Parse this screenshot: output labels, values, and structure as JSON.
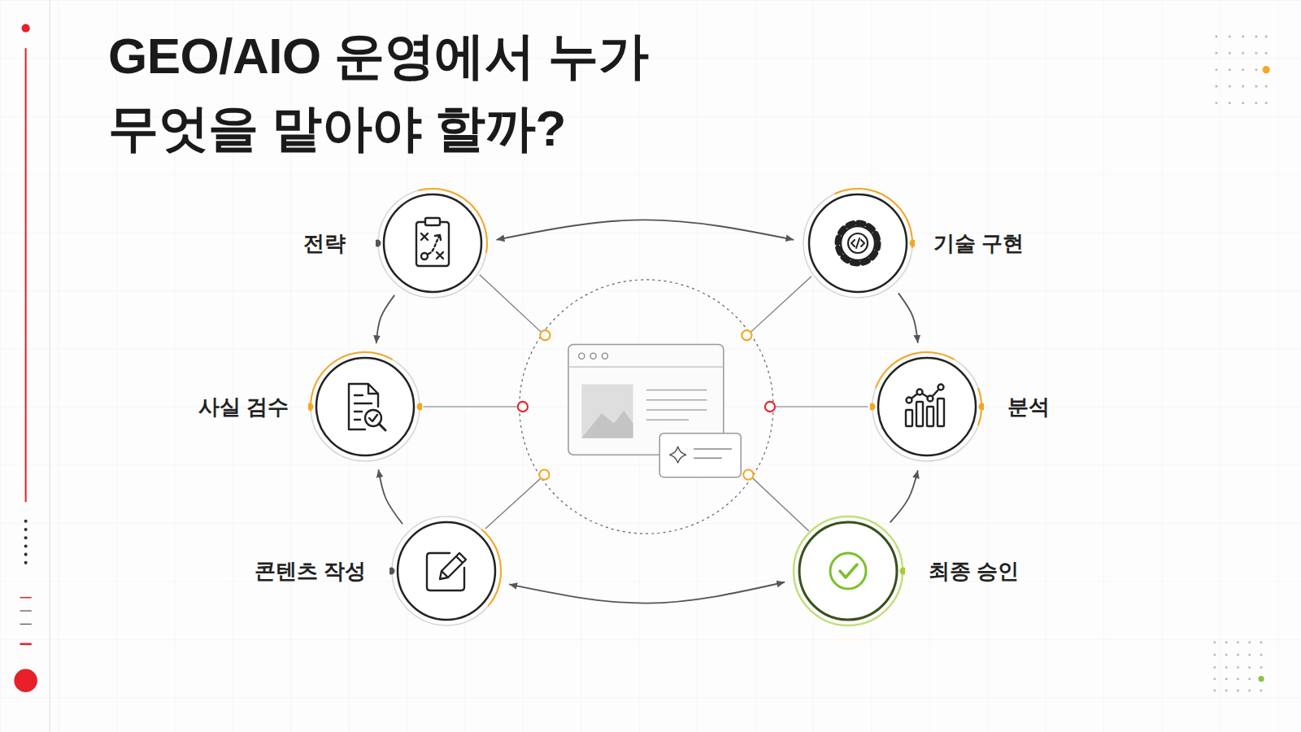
{
  "diagram": {
    "title": "GEO/AIO 운영에서 누가 무엇을 맡아야 할까?",
    "nodes": [
      {
        "text": [
          "전략"
        ]
      },
      {
        "text": [
          "기술 구현"
        ]
      },
      {
        "text": [
          "사실 검수"
        ]
      },
      {
        "text": [
          "분석"
        ]
      },
      {
        "text": [
          "콘텐츠 작성"
        ]
      },
      {
        "text": [
          "최종 승인"
        ]
      }
    ],
    "edges": [
      {
        "from": 0,
        "to": 1,
        "arrow": "both"
      },
      {
        "from": 0,
        "to": 2,
        "arrow": "to"
      },
      {
        "from": 4,
        "to": 2,
        "arrow": "to"
      },
      {
        "from": 4,
        "to": 5,
        "arrow": "both"
      },
      {
        "from": 1,
        "to": 3,
        "arrow": "to"
      },
      {
        "from": 5,
        "to": 3,
        "arrow": "to"
      }
    ]
  }
}
